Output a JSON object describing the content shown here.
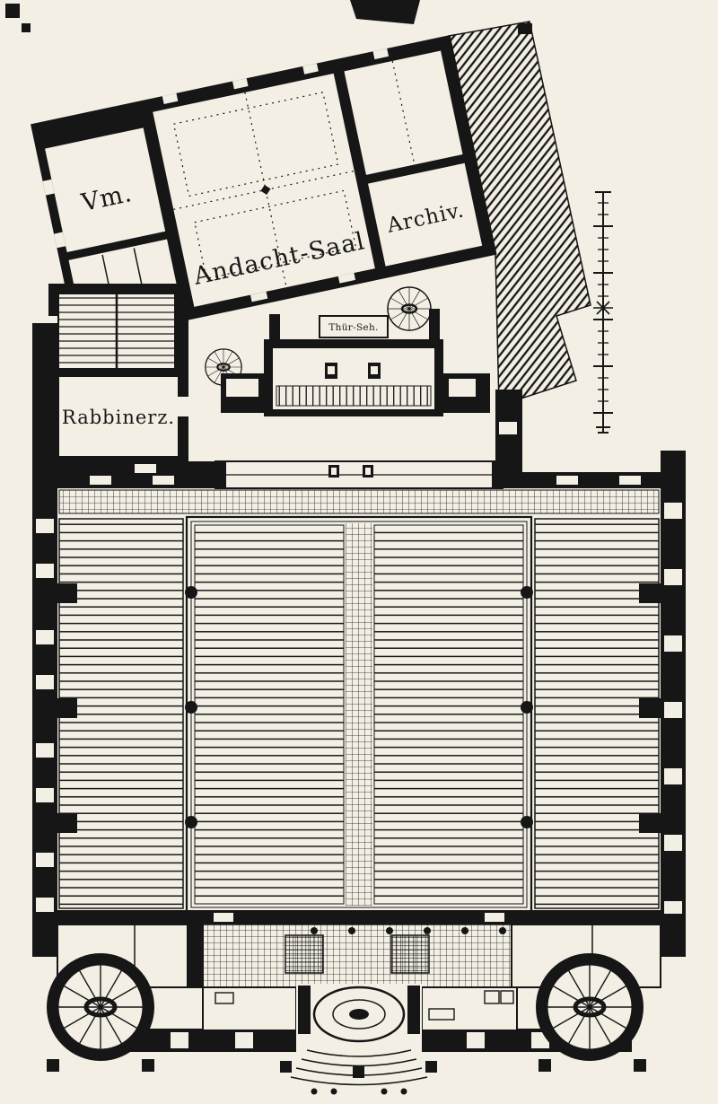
{
  "document": {
    "kind": "scanned architectural floor plan",
    "colors": {
      "paper": "#f3efe4",
      "ink": "#161616"
    }
  },
  "plan": {
    "labels": {
      "vm": "Vm.",
      "andacht_saal": "Andacht-Saal",
      "archiv": "Archiv.",
      "rabbinerz": "Rabbinerz.",
      "door_note": "Thür-Seh."
    }
  }
}
